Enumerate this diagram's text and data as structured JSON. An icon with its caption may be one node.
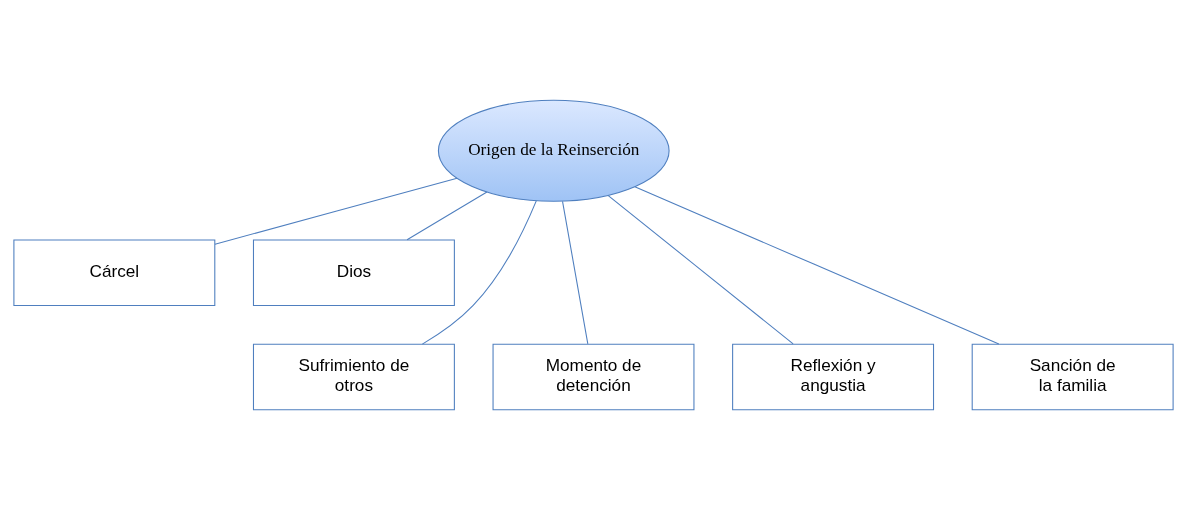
{
  "diagram": {
    "nodes": [
      {
        "text": [
          "Origen de la Reinserción"
        ]
      },
      {
        "text": [
          "Cárcel"
        ]
      },
      {
        "text": [
          "Dios"
        ]
      },
      {
        "text": [
          "Sufrimiento de otros"
        ]
      },
      {
        "text": [
          "Momento de detención"
        ]
      },
      {
        "text": [
          "Reflexión y angustia"
        ]
      },
      {
        "text": [
          "Sanción de la familia"
        ]
      }
    ],
    "edges": [
      {
        "from": 0,
        "to": 1,
        "arrow": "none"
      },
      {
        "from": 0,
        "to": 2,
        "arrow": "none"
      },
      {
        "from": 0,
        "to": 3,
        "arrow": "none"
      },
      {
        "from": 0,
        "to": 4,
        "arrow": "none"
      },
      {
        "from": 0,
        "to": 5,
        "arrow": "none"
      },
      {
        "from": 0,
        "to": 6,
        "arrow": "none"
      }
    ]
  }
}
